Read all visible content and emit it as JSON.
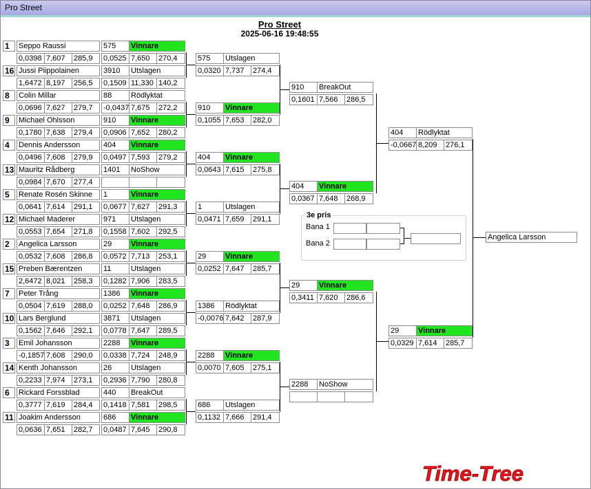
{
  "window": {
    "title": "Pro Street"
  },
  "header": {
    "title": "Pro Street",
    "datetime": "2025-06-16 19:48:55"
  },
  "seeds": [
    "1",
    "16",
    "8",
    "9",
    "4",
    "13",
    "5",
    "12",
    "2",
    "15",
    "7",
    "10",
    "3",
    "14",
    "6",
    "11"
  ],
  "drivers": [
    {
      "name": "Seppo Raussi",
      "rt": "0,0398",
      "et": "7,607",
      "mph": "285,9"
    },
    {
      "name": "Jussi Piippolainen",
      "rt": "1,6472",
      "et": "8,197",
      "mph": "256,5"
    },
    {
      "name": "Colin Millar",
      "rt": "0,0696",
      "et": "7,627",
      "mph": "279,7"
    },
    {
      "name": "Michael Ohlsson",
      "rt": "0,1780",
      "et": "7,638",
      "mph": "279,4"
    },
    {
      "name": "Dennis Andersson",
      "rt": "0,0496",
      "et": "7,608",
      "mph": "279,9"
    },
    {
      "name": "Mauritz Rådberg",
      "rt": "0,0984",
      "et": "7,670",
      "mph": "277,4"
    },
    {
      "name": "Renate Rosén Skinne",
      "rt": "0,0641",
      "et": "7,614",
      "mph": "291,1"
    },
    {
      "name": "Michael Maderer",
      "rt": "0,0553",
      "et": "7,654",
      "mph": "271,8"
    },
    {
      "name": "Angelica Larsson",
      "rt": "0,0532",
      "et": "7,608",
      "mph": "286,8"
    },
    {
      "name": "Preben Bærentzen",
      "rt": "2,6472",
      "et": "8,021",
      "mph": "258,3"
    },
    {
      "name": "Peter Trång",
      "rt": "0,0504",
      "et": "7,619",
      "mph": "288,0"
    },
    {
      "name": "Lars Berglund",
      "rt": "0,1562",
      "et": "7,646",
      "mph": "292,1"
    },
    {
      "name": "Emil Johansson",
      "rt": "-0,1857",
      "et": "7,608",
      "mph": "290,0"
    },
    {
      "name": "Kenth Johansson",
      "rt": "0,2233",
      "et": "7,974",
      "mph": "273,1"
    },
    {
      "name": "Rickard Forssblad",
      "rt": "0,3777",
      "et": "7,619",
      "mph": "284,4"
    },
    {
      "name": "Joakim Andersson",
      "rt": "0,0636",
      "et": "7,651",
      "mph": "282,7"
    }
  ],
  "round1": [
    {
      "car": "575",
      "status": "Vinnare",
      "win": true,
      "rt": "0,0525",
      "et": "7,650",
      "mph": "270,4"
    },
    {
      "car": "3910",
      "status": "Utslagen",
      "win": false,
      "rt": "0,1509",
      "et": "11,330",
      "mph": "140,2"
    },
    {
      "car": "88",
      "status": "Rödlyktat",
      "win": false,
      "rt": "-0,0437",
      "et": "7,675",
      "mph": "272,2"
    },
    {
      "car": "910",
      "status": "Vinnare",
      "win": true,
      "rt": "0,0906",
      "et": "7,652",
      "mph": "280,2"
    },
    {
      "car": "404",
      "status": "Vinnare",
      "win": true,
      "rt": "0,0497",
      "et": "7,593",
      "mph": "279,2"
    },
    {
      "car": "1401",
      "status": "NoShow",
      "win": false,
      "rt": "",
      "et": "",
      "mph": ""
    },
    {
      "car": "1",
      "status": "Vinnare",
      "win": true,
      "rt": "0,0677",
      "et": "7,627",
      "mph": "291,3"
    },
    {
      "car": "971",
      "status": "Utslagen",
      "win": false,
      "rt": "0,1558",
      "et": "7,602",
      "mph": "292,5"
    },
    {
      "car": "29",
      "status": "Vinnare",
      "win": true,
      "rt": "0,0572",
      "et": "7,713",
      "mph": "253,1"
    },
    {
      "car": "11",
      "status": "Utslagen",
      "win": false,
      "rt": "0,1282",
      "et": "7,906",
      "mph": "283,5"
    },
    {
      "car": "1386",
      "status": "Vinnare",
      "win": true,
      "rt": "0,0252",
      "et": "7,648",
      "mph": "286,9"
    },
    {
      "car": "3871",
      "status": "Utslagen",
      "win": false,
      "rt": "0,0778",
      "et": "7,647",
      "mph": "289,5"
    },
    {
      "car": "2288",
      "status": "Vinnare",
      "win": true,
      "rt": "0,0338",
      "et": "7,724",
      "mph": "248,9"
    },
    {
      "car": "26",
      "status": "Utslagen",
      "win": false,
      "rt": "0,2936",
      "et": "7,790",
      "mph": "280,8"
    },
    {
      "car": "440",
      "status": "BreakOut",
      "win": false,
      "rt": "0,1418",
      "et": "7,581",
      "mph": "298,5"
    },
    {
      "car": "686",
      "status": "Vinnare",
      "win": true,
      "rt": "0,0487",
      "et": "7,645",
      "mph": "290,8"
    }
  ],
  "round2": [
    {
      "car": "575",
      "status": "Utslagen",
      "win": false,
      "rt": "0,0320",
      "et": "7,737",
      "mph": "274,4"
    },
    {
      "car": "910",
      "status": "Vinnare",
      "win": true,
      "rt": "0,1055",
      "et": "7,653",
      "mph": "282,0"
    },
    {
      "car": "404",
      "status": "Vinnare",
      "win": true,
      "rt": "0,0643",
      "et": "7,615",
      "mph": "275,8"
    },
    {
      "car": "1",
      "status": "Utslagen",
      "win": false,
      "rt": "0,0471",
      "et": "7,659",
      "mph": "291,1"
    },
    {
      "car": "29",
      "status": "Vinnare",
      "win": true,
      "rt": "0,0252",
      "et": "7,647",
      "mph": "285,7"
    },
    {
      "car": "1386",
      "status": "Rödlyktat",
      "win": false,
      "rt": "-0,0076",
      "et": "7,642",
      "mph": "287,9"
    },
    {
      "car": "2288",
      "status": "Vinnare",
      "win": true,
      "rt": "0,0070",
      "et": "7,605",
      "mph": "275,1"
    },
    {
      "car": "686",
      "status": "Utslagen",
      "win": false,
      "rt": "0,1132",
      "et": "7,666",
      "mph": "291,4"
    }
  ],
  "round3": [
    {
      "car": "910",
      "status": "BreakOut",
      "win": false,
      "rt": "0,1601",
      "et": "7,566",
      "mph": "286,5"
    },
    {
      "car": "404",
      "status": "Vinnare",
      "win": true,
      "rt": "0,0367",
      "et": "7,648",
      "mph": "268,9"
    },
    {
      "car": "29",
      "status": "Vinnare",
      "win": true,
      "rt": "0,3411",
      "et": "7,620",
      "mph": "286,6"
    },
    {
      "car": "2288",
      "status": "NoShow",
      "win": false,
      "rt": "",
      "et": "",
      "mph": ""
    }
  ],
  "round4": [
    {
      "car": "404",
      "status": "Rödlyktat",
      "win": false,
      "rt": "-0,0667",
      "et": "8,209",
      "mph": "276,1"
    },
    {
      "car": "29",
      "status": "Vinnare",
      "win": true,
      "rt": "0,0329",
      "et": "7,614",
      "mph": "285,7"
    }
  ],
  "champion": "Angelica Larsson",
  "bronze": {
    "title": "3e pris",
    "lane1": "Bana 1",
    "lane2": "Bana 2"
  },
  "logo": {
    "text": "Time-Tree",
    "color": "#e8141c"
  }
}
